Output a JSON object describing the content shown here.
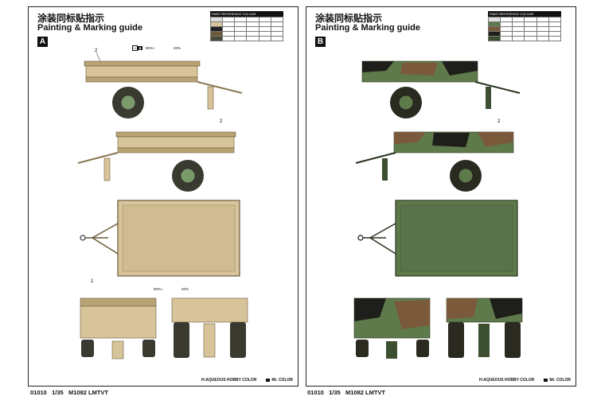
{
  "sheets": [
    {
      "id": "A",
      "title_zh": "涂装同标贴指示",
      "title_en": "Painting & Marking guide",
      "ref_title": "PAINT  REFERENCE  COLOUR",
      "callout": "2",
      "callout_rear": "1",
      "colors": {
        "body": "#d8c49a",
        "shade": "#b9a374",
        "dark": "#8a7550"
      },
      "mix_top": {
        "a_code": "80%+",
        "b_code": "20%"
      },
      "legend": {
        "hobby": "H:AQUEOUS HOBBY COLOR",
        "mr": "Mr. COLOR"
      },
      "footer": {
        "code": "01010",
        "scale": "1/35",
        "model": "M1082 LMTVT"
      }
    },
    {
      "id": "B",
      "title_zh": "涂装同标贴指示",
      "title_en": "Painting & Marking guide",
      "ref_title": "PAINT  REFERENCE  COLOUR",
      "callout": "2",
      "colors": {
        "body": "#5f7a4a",
        "shade": "#3c4f30",
        "dark": "#2a2a20",
        "brown": "#7a5a3a",
        "camo_black": "#1e1e1a"
      },
      "legend": {
        "hobby": "H:AQUEOUS HOBBY COLOR",
        "mr": "Mr. COLOR"
      },
      "footer": {
        "code": "01010",
        "scale": "1/35",
        "model": "M1082 LMTVT"
      }
    }
  ]
}
